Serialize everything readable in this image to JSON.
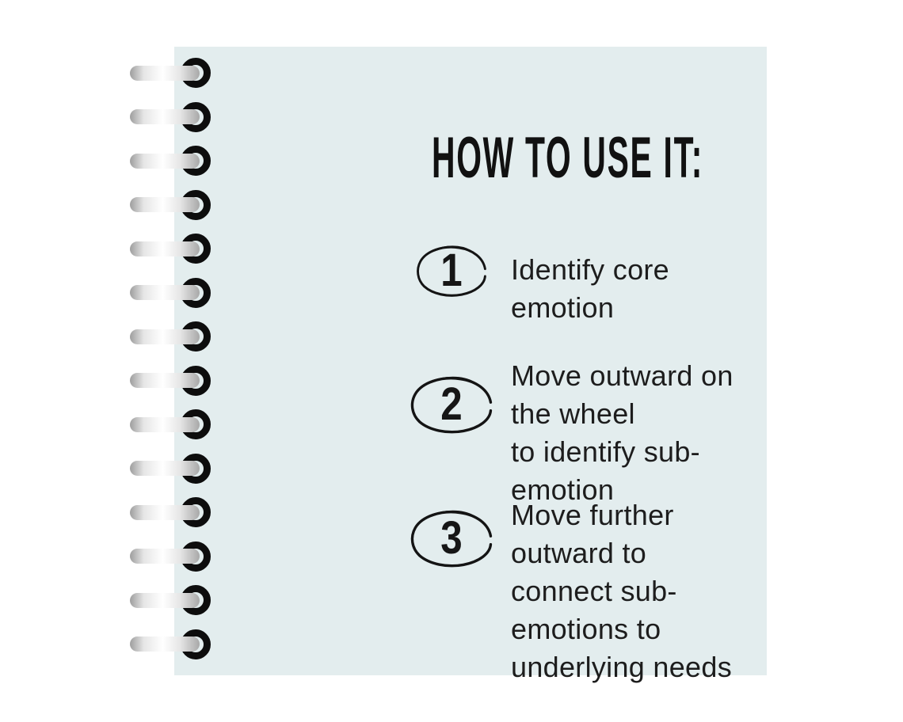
{
  "title": "HOW TO USE IT:",
  "steps": [
    {
      "number": "1",
      "text": "Identify core emotion"
    },
    {
      "number": "2",
      "text": "Move outward on the wheel\nto identify sub-emotion"
    },
    {
      "number": "3",
      "text": "Move further outward to\nconnect sub-emotions to\nunderlying needs"
    }
  ],
  "binder": {
    "ring_count": 14
  },
  "colors": {
    "page_bg": "#E3EDEE",
    "title_ink": "#111111",
    "body_text": "#1D1D1D",
    "sketch_ink": "#141414",
    "ring_black": "#0D0D0D"
  }
}
